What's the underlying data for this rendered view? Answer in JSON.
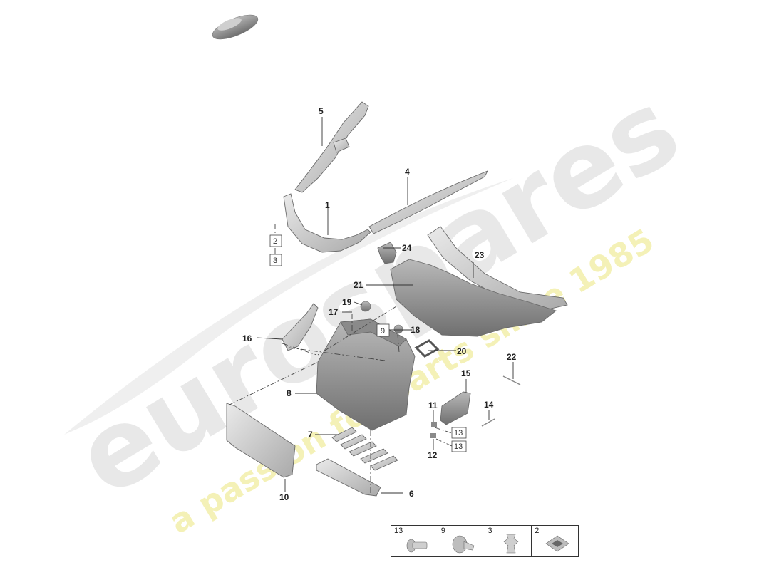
{
  "watermark": {
    "brand": "eurospares",
    "tagline": "a passion for parts since 1985"
  },
  "callouts": {
    "c1": "1",
    "c4": "4",
    "c5": "5",
    "c6": "6",
    "c7": "7",
    "c8": "8",
    "c10": "10",
    "c11": "11",
    "c12": "12",
    "c14": "14",
    "c15": "15",
    "c16": "16",
    "c17": "17",
    "c18": "18",
    "c19": "19",
    "c20": "20",
    "c21": "21",
    "c22": "22",
    "c23": "23",
    "c24": "24"
  },
  "boxed_refs": {
    "b2": "2",
    "b3": "3",
    "b9": "9",
    "b13a": "13",
    "b13b": "13"
  },
  "legend": [
    {
      "number": "13",
      "icon": "bolt-icon"
    },
    {
      "number": "9",
      "icon": "push-rivet-icon"
    },
    {
      "number": "3",
      "icon": "clip-icon"
    },
    {
      "number": "2",
      "icon": "square-pad-icon"
    }
  ],
  "colors": {
    "part_fill": "#d6d6d6",
    "part_dark": "#9e9e9e",
    "watermark_gray": "#e6e6e6",
    "watermark_yellow": "#f3f0b0"
  }
}
